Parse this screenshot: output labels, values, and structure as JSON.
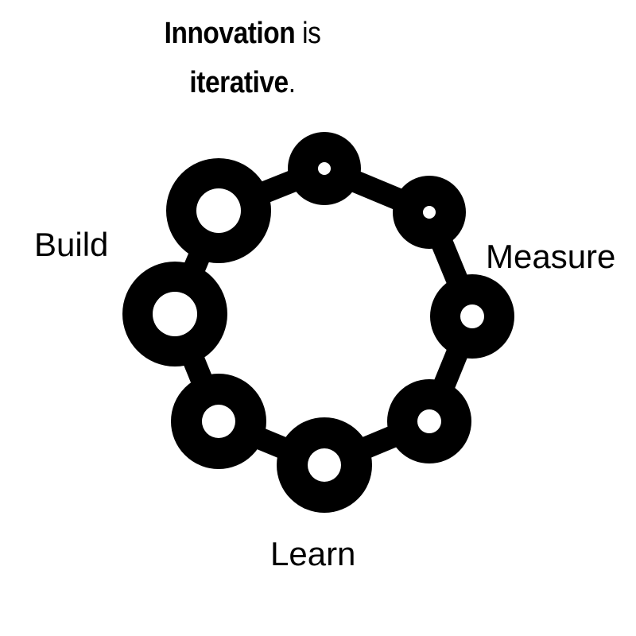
{
  "title": {
    "line1_bold": "Innovation",
    "line1_rest": " is",
    "line2_bold": "iterative",
    "line2_rest": "."
  },
  "labels": {
    "build": "Build",
    "measure": "Measure",
    "learn": "Learn"
  },
  "colors": {
    "ink": "#000000",
    "background": "#ffffff"
  }
}
